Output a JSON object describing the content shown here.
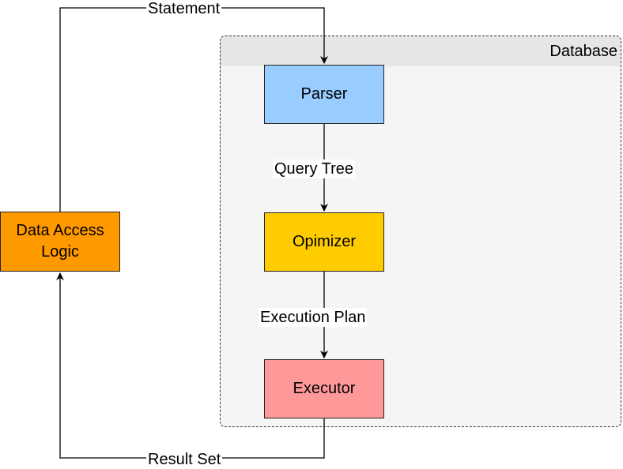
{
  "container": {
    "label": "Database"
  },
  "nodes": {
    "parser": {
      "label": "Parser"
    },
    "optimizer": {
      "label": "Opimizer"
    },
    "executor": {
      "label": "Executor"
    },
    "data_access_logic": {
      "label": "Data Access Logic"
    }
  },
  "edges": {
    "statement": {
      "label": "Statement"
    },
    "query_tree": {
      "label": "Query Tree"
    },
    "execution_plan": {
      "label": "Execution Plan"
    },
    "result_set": {
      "label": "Result Set"
    }
  },
  "colors": {
    "parser_fill": "#99ccff",
    "optimizer_fill": "#ffcc00",
    "executor_fill": "#ff9999",
    "data_access_logic_fill": "#ff9900",
    "container_fill": "#f5f5f5",
    "container_header_fill": "#e6e6e6"
  }
}
